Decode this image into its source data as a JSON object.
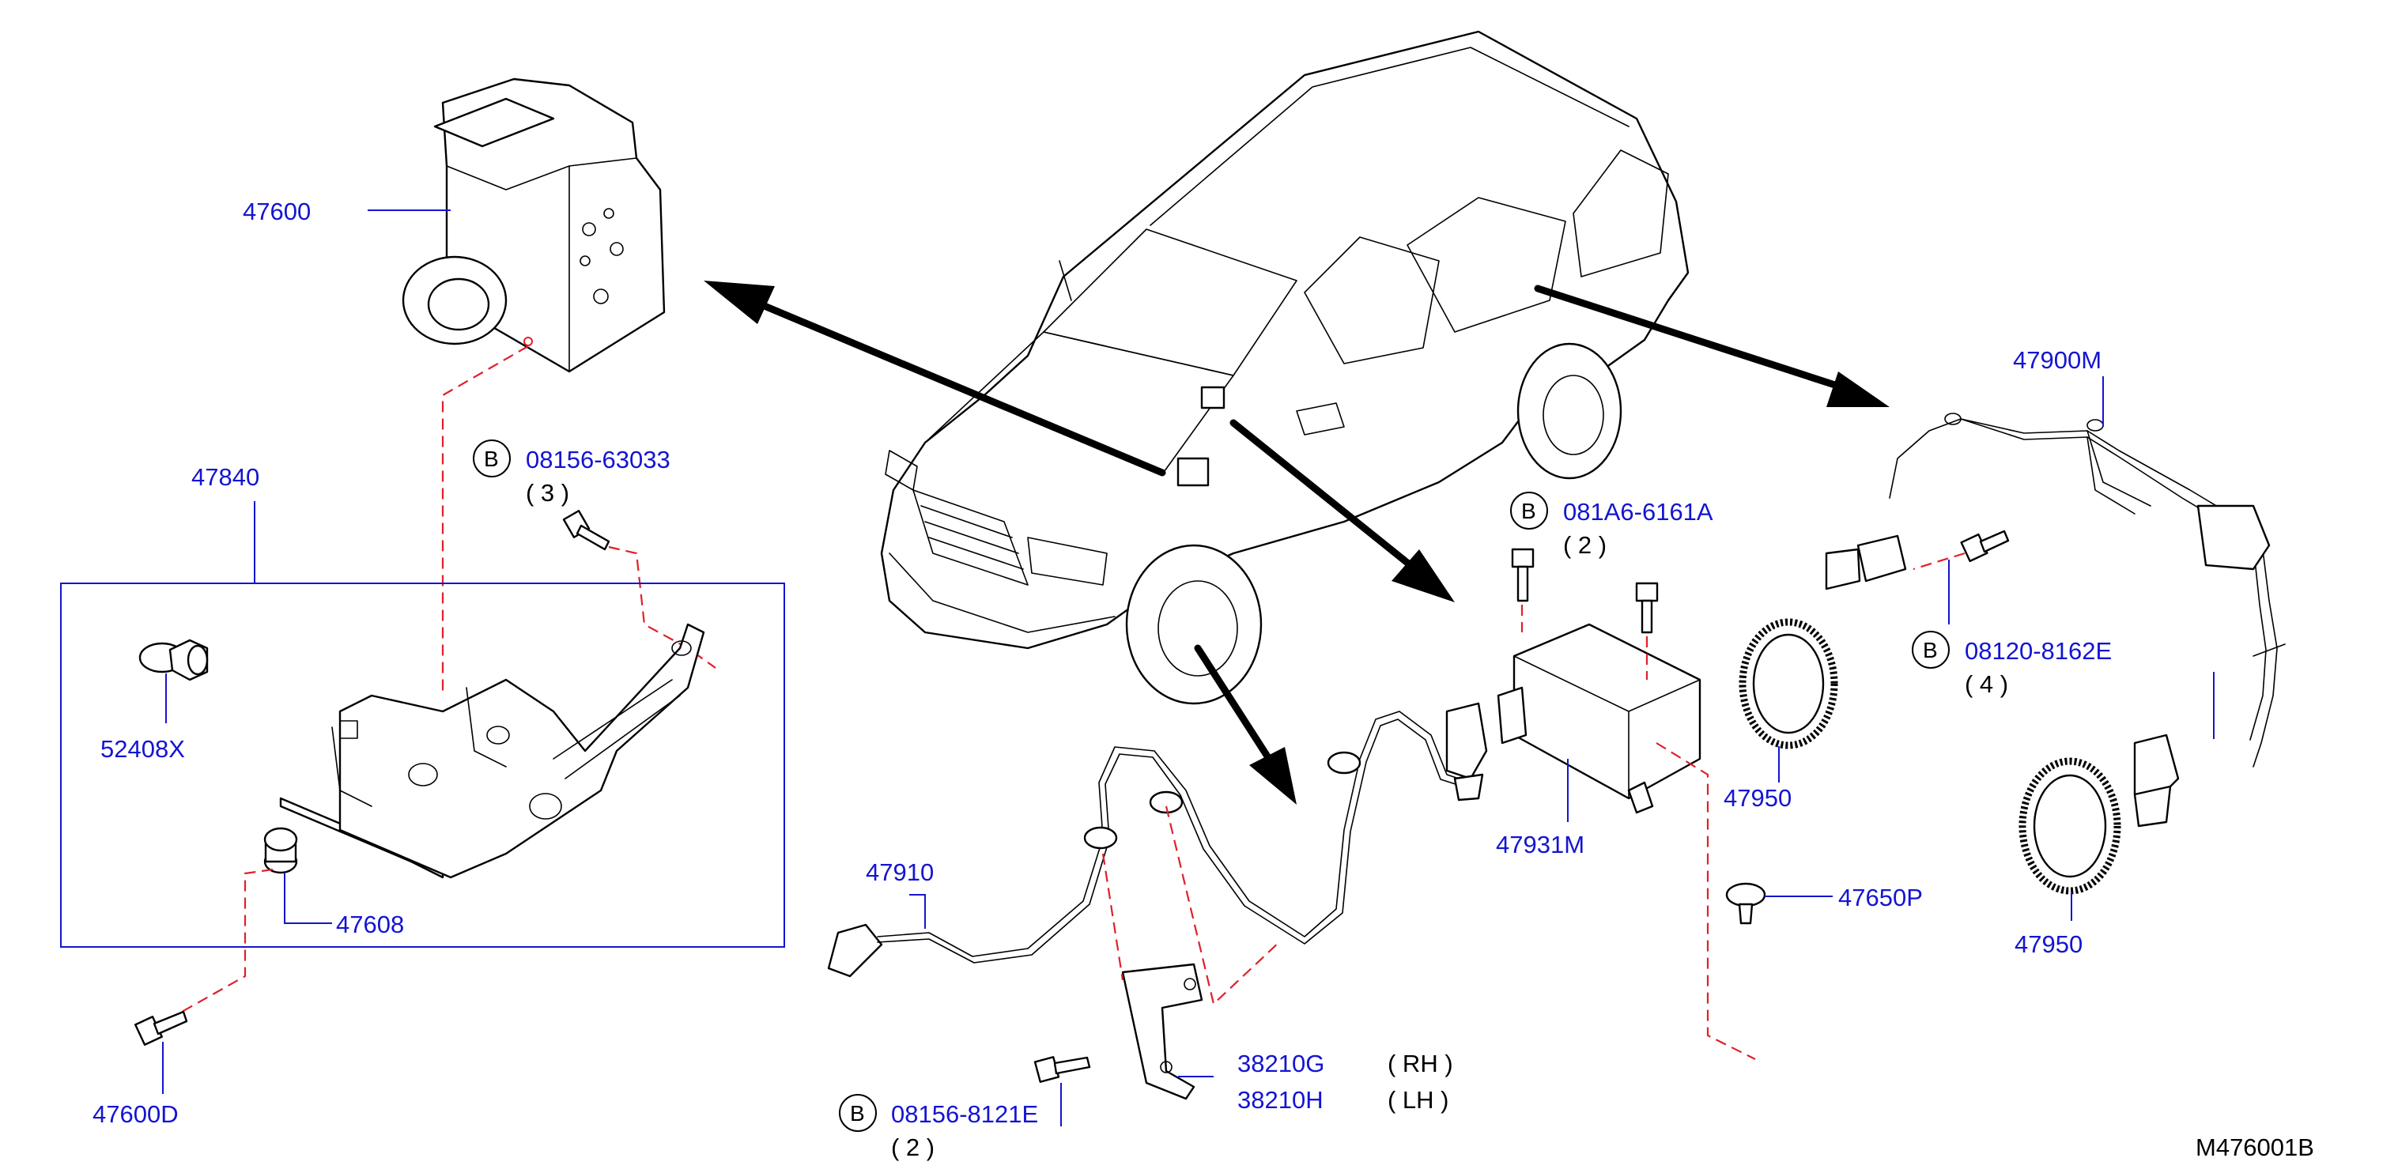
{
  "diagram_code": "M476001B",
  "bolt_marker": "B",
  "labels": {
    "p47600": "47600",
    "p47840": "47840",
    "p52408x": "52408X",
    "p47608": "47608",
    "p47600d": "47600D",
    "p47910": "47910",
    "p47931m": "47931M",
    "p47950a": "47950",
    "p47950b": "47950",
    "p47650p": "47650P",
    "p47900m": "47900M",
    "p38210g": "38210G",
    "p38210h": "38210H",
    "rh": "( RH )",
    "lh": "( LH )"
  },
  "bolts": [
    {
      "part": "08156-63033",
      "qty": "( 3 )"
    },
    {
      "part": "081A6-6161A",
      "qty": "( 2 )"
    },
    {
      "part": "08120-8162E",
      "qty": "( 4 )"
    },
    {
      "part": "08156-8121E",
      "qty": "( 2 )"
    }
  ]
}
